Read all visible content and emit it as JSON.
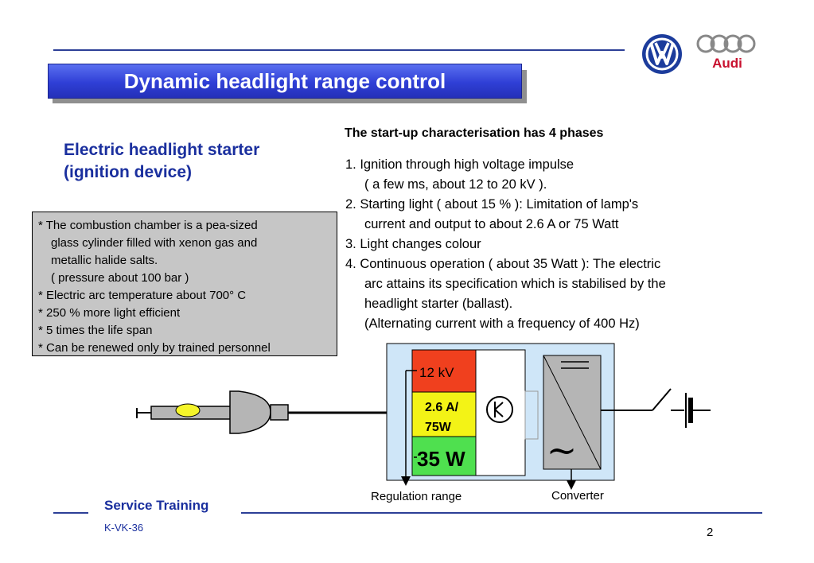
{
  "slide": {
    "title": "Dynamic headlight range control",
    "subtitle_lines": [
      "Electric headlight starter",
      "(ignition device)"
    ],
    "facts": [
      "* The combustion chamber is a pea-sized",
      "glass cylinder filled with xenon gas and",
      "metallic halide salts.",
      "( pressure about 100 bar )",
      "* Electric arc temperature about 700° C",
      "* 250 % more light efficient",
      "* 5 times the life span",
      "* Can be renewed only by trained personnel"
    ],
    "phases_heading": "The start-up characterisation has 4 phases",
    "phase_lines": [
      "1. Ignition through high voltage impulse",
      "( a few ms, about 12 to 20 kV ).",
      "2. Starting light ( about 15 % ): Limitation of lamp's",
      "current and output to about 2.6 A or 75 Watt",
      "3. Light changes colour",
      "4. Continuous operation ( about 35 Watt ): The electric",
      "arc attains its specification which is stabilised by the",
      "headlight starter (ballast).",
      "(Alternating current with a frequency of 400 Hz)"
    ]
  },
  "diagram": {
    "phase1_label": "12 kV",
    "phase2_label_line1": "2.6 A/",
    "phase2_label_line2": "75W",
    "phase3_label": "35 W",
    "ac_symbol": "~",
    "regulation_label": "Regulation range",
    "converter_label": "Converter",
    "colors": {
      "panel": "#cfe6f8",
      "phase1": "#f0401e",
      "phase2": "#f3f316",
      "phase3": "#4fe04f",
      "bulb": "#f5f52a",
      "lamp_body": "#b5b5b5"
    }
  },
  "logos": {
    "vw": "VW",
    "audi": "Audi"
  },
  "footer": {
    "title": "Service Training",
    "code": "K-VK-36",
    "page": "2"
  }
}
